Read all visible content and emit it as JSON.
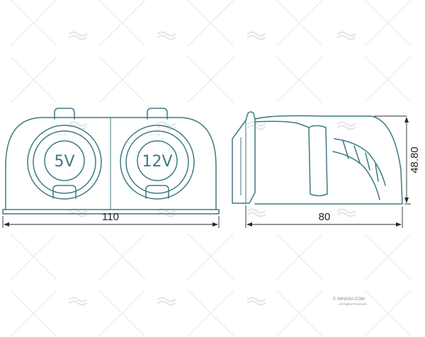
{
  "dimensions": {
    "front_width": "110",
    "side_depth": "80",
    "side_height": "48.80"
  },
  "sockets": [
    {
      "voltage": "5V"
    },
    {
      "voltage": "12V"
    }
  ],
  "watermark": {
    "brand": "© IMNASA.COM",
    "rights": "All Rights Reserved"
  },
  "colors": {
    "drawing_line": "#3d7a82",
    "dimension_line": "#2a2a2a",
    "watermark": "#e9e9e9"
  }
}
